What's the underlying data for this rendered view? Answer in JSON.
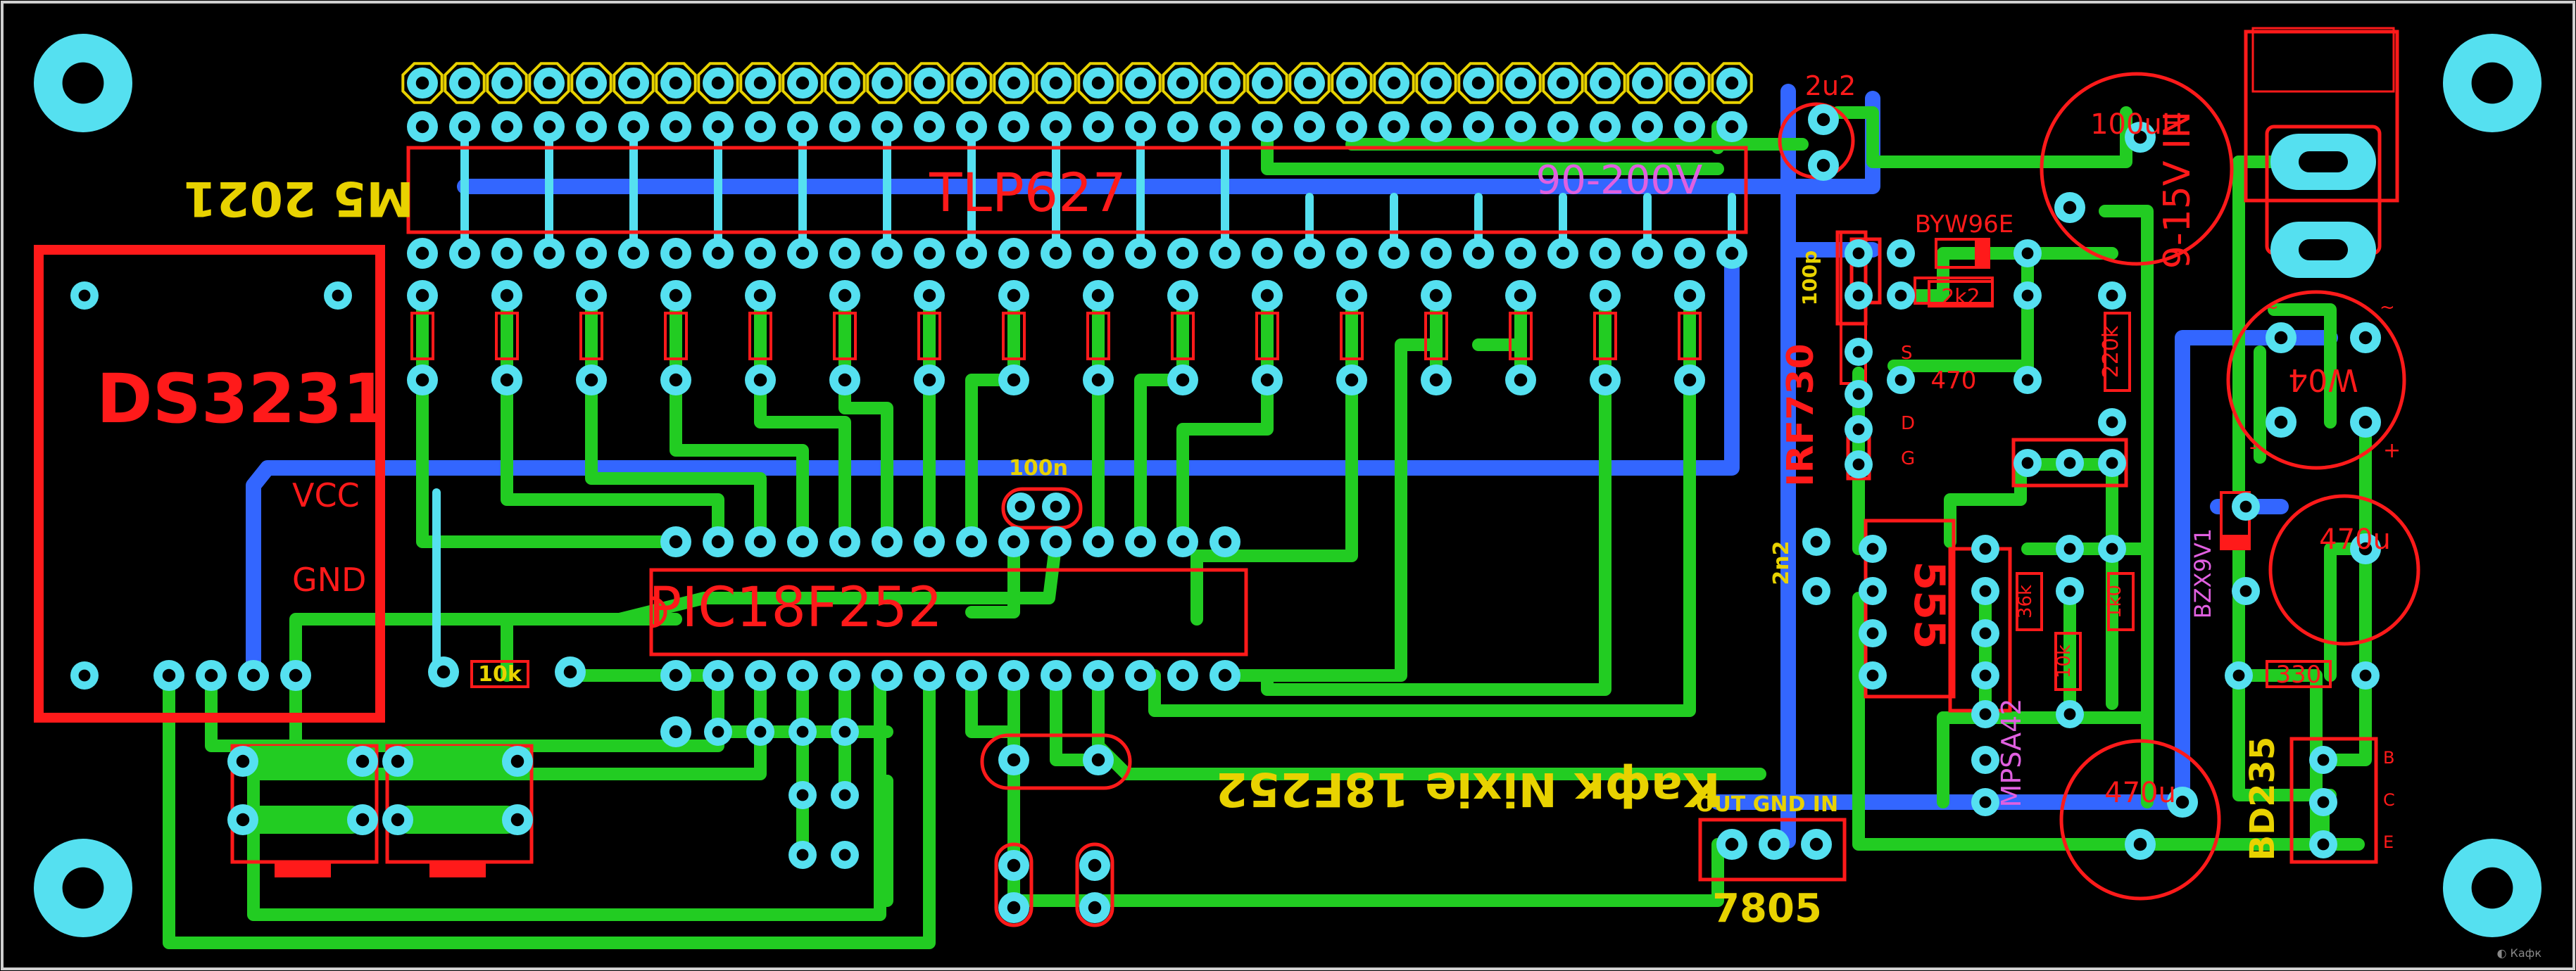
{
  "colors": {
    "background": "#000000",
    "frame": "#d0d0d0",
    "copper_bottom": "#22cc22",
    "copper_top": "#3366ff",
    "pad": "#55e0f0",
    "silkscreen": "#ff1a1a",
    "header_outline": "#e8d200",
    "text_yellow": "#e8d200",
    "text_magenta": "#e060e0"
  },
  "labels": {
    "year": "M5  2021",
    "optocoupler": "TLP627",
    "rtc": "DS3231",
    "vcc": "VCC",
    "gnd": "GND",
    "mcu": "PIC18F252",
    "cap_100n": "100n",
    "res_10k": "10k",
    "project_title": "Кафк Nixie 18F252",
    "hv_range": "90-200V",
    "cap_2u2": "2u2",
    "inductor": "100uH",
    "power_in": "9-15V IN",
    "diode_fast": "BYW96E",
    "cap_100p": "100p",
    "res_2k2": "2k2",
    "res_470": "470",
    "res_220k": "220k",
    "mosfet": "IRF730",
    "mosfet_pins": [
      "S",
      "D",
      "G"
    ],
    "bridge": "W04",
    "bridge_pins": [
      "~",
      "~",
      "-",
      "+"
    ],
    "cap_470u_a": "470u",
    "zener": "BZX9V1",
    "cap_2n2": "2n2",
    "timer": "555",
    "res_36k": "36k",
    "res_1k0": "1k0",
    "res_10k_b": "10k",
    "res_330": "330",
    "transistor_hv": "MPSA42",
    "cap_470u_b": "470u",
    "transistor_pwr": "BD235",
    "transistor_pins": [
      "B",
      "C",
      "E"
    ],
    "regulator_pins": "OUT GND IN",
    "regulator": "7805",
    "watermark": "◐ Кафк"
  }
}
